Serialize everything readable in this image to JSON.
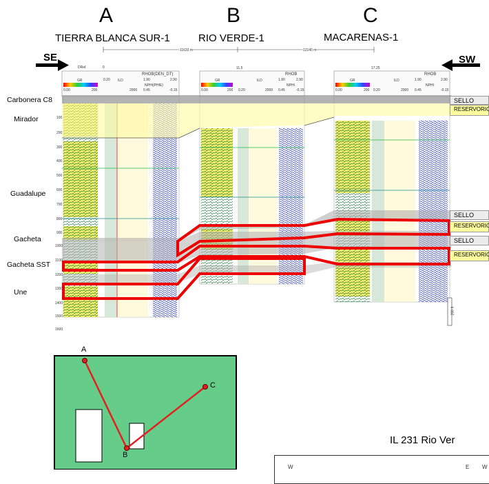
{
  "wells": [
    {
      "letter": "A",
      "name": "TIERRA BLANCA SUR-1"
    },
    {
      "letter": "B",
      "name": "RIO VERDE-1"
    },
    {
      "letter": "C",
      "name": "MACARENAS-1"
    }
  ],
  "directions": {
    "left": "SE",
    "right": "SW"
  },
  "spacing": {
    "ab": "~11633 m",
    "bc": "~12140 m"
  },
  "formations": [
    "Carbonera C8",
    "Mirador",
    "Guadalupe",
    "Gacheta",
    "Gacheta SST",
    "Une"
  ],
  "zone_tags": [
    {
      "label": "SELLO",
      "kind": "sello"
    },
    {
      "label": "RESERVORIO",
      "kind": "res"
    },
    {
      "label": "SELLO",
      "kind": "sello"
    },
    {
      "label": "RESERVORIO",
      "kind": "res"
    },
    {
      "label": "SELLO",
      "kind": "sello"
    },
    {
      "label": "RESERVORIO",
      "kind": "res"
    }
  ],
  "track_headers": {
    "a": {
      "ref": "DRef.",
      "ref_val": "0",
      "t1": "GR",
      "t1_min": "0.00",
      "t1_max": "200",
      "t2": "ILD",
      "t2_min": "0.20",
      "t2_max": "2000",
      "t3": "RHOB(DEN_DT)",
      "t3_min": "1.90",
      "t3_max": "2.90",
      "t3b": "NPHI(PHIE)",
      "t3b_min": "0.45",
      "t3b_max": "-0.15"
    },
    "b": {
      "ref_val": "11.5",
      "t1": "GR",
      "t1_min": "0.00",
      "t1_max": "200",
      "t2": "ILD",
      "t2_min": "0.20",
      "t2_max": "2000",
      "t3": "RHOB",
      "t3_min": "1.90",
      "t3_max": "2.90",
      "t3b": "NPHI",
      "t3b_min": "0.45",
      "t3b_max": "-0.15"
    },
    "c": {
      "ref_val": "17.25",
      "t1": "GR",
      "t1_min": "0.00",
      "t1_max": "200",
      "t2": "ILD",
      "t2_min": "0.20",
      "t2_max": "2000",
      "t3": "RHOB",
      "t3_min": "1.90",
      "t3_max": "2.90",
      "t3b": "NPHI",
      "t3b_min": "0.45",
      "t3b_max": "-0.15"
    }
  },
  "depth_ticks": [
    "100",
    "200",
    "300",
    "400",
    "500",
    "600",
    "700",
    "800",
    "900",
    "1000",
    "1100",
    "1200",
    "1300",
    "1400",
    "1500",
    "1600"
  ],
  "scale_bar": "200 ft",
  "map": {
    "points": [
      "A",
      "B",
      "C"
    ]
  },
  "bottom_title": "IL 231 Rio Ver",
  "bottom_axis": {
    "left": "W",
    "right": "E",
    "right2": "W"
  }
}
